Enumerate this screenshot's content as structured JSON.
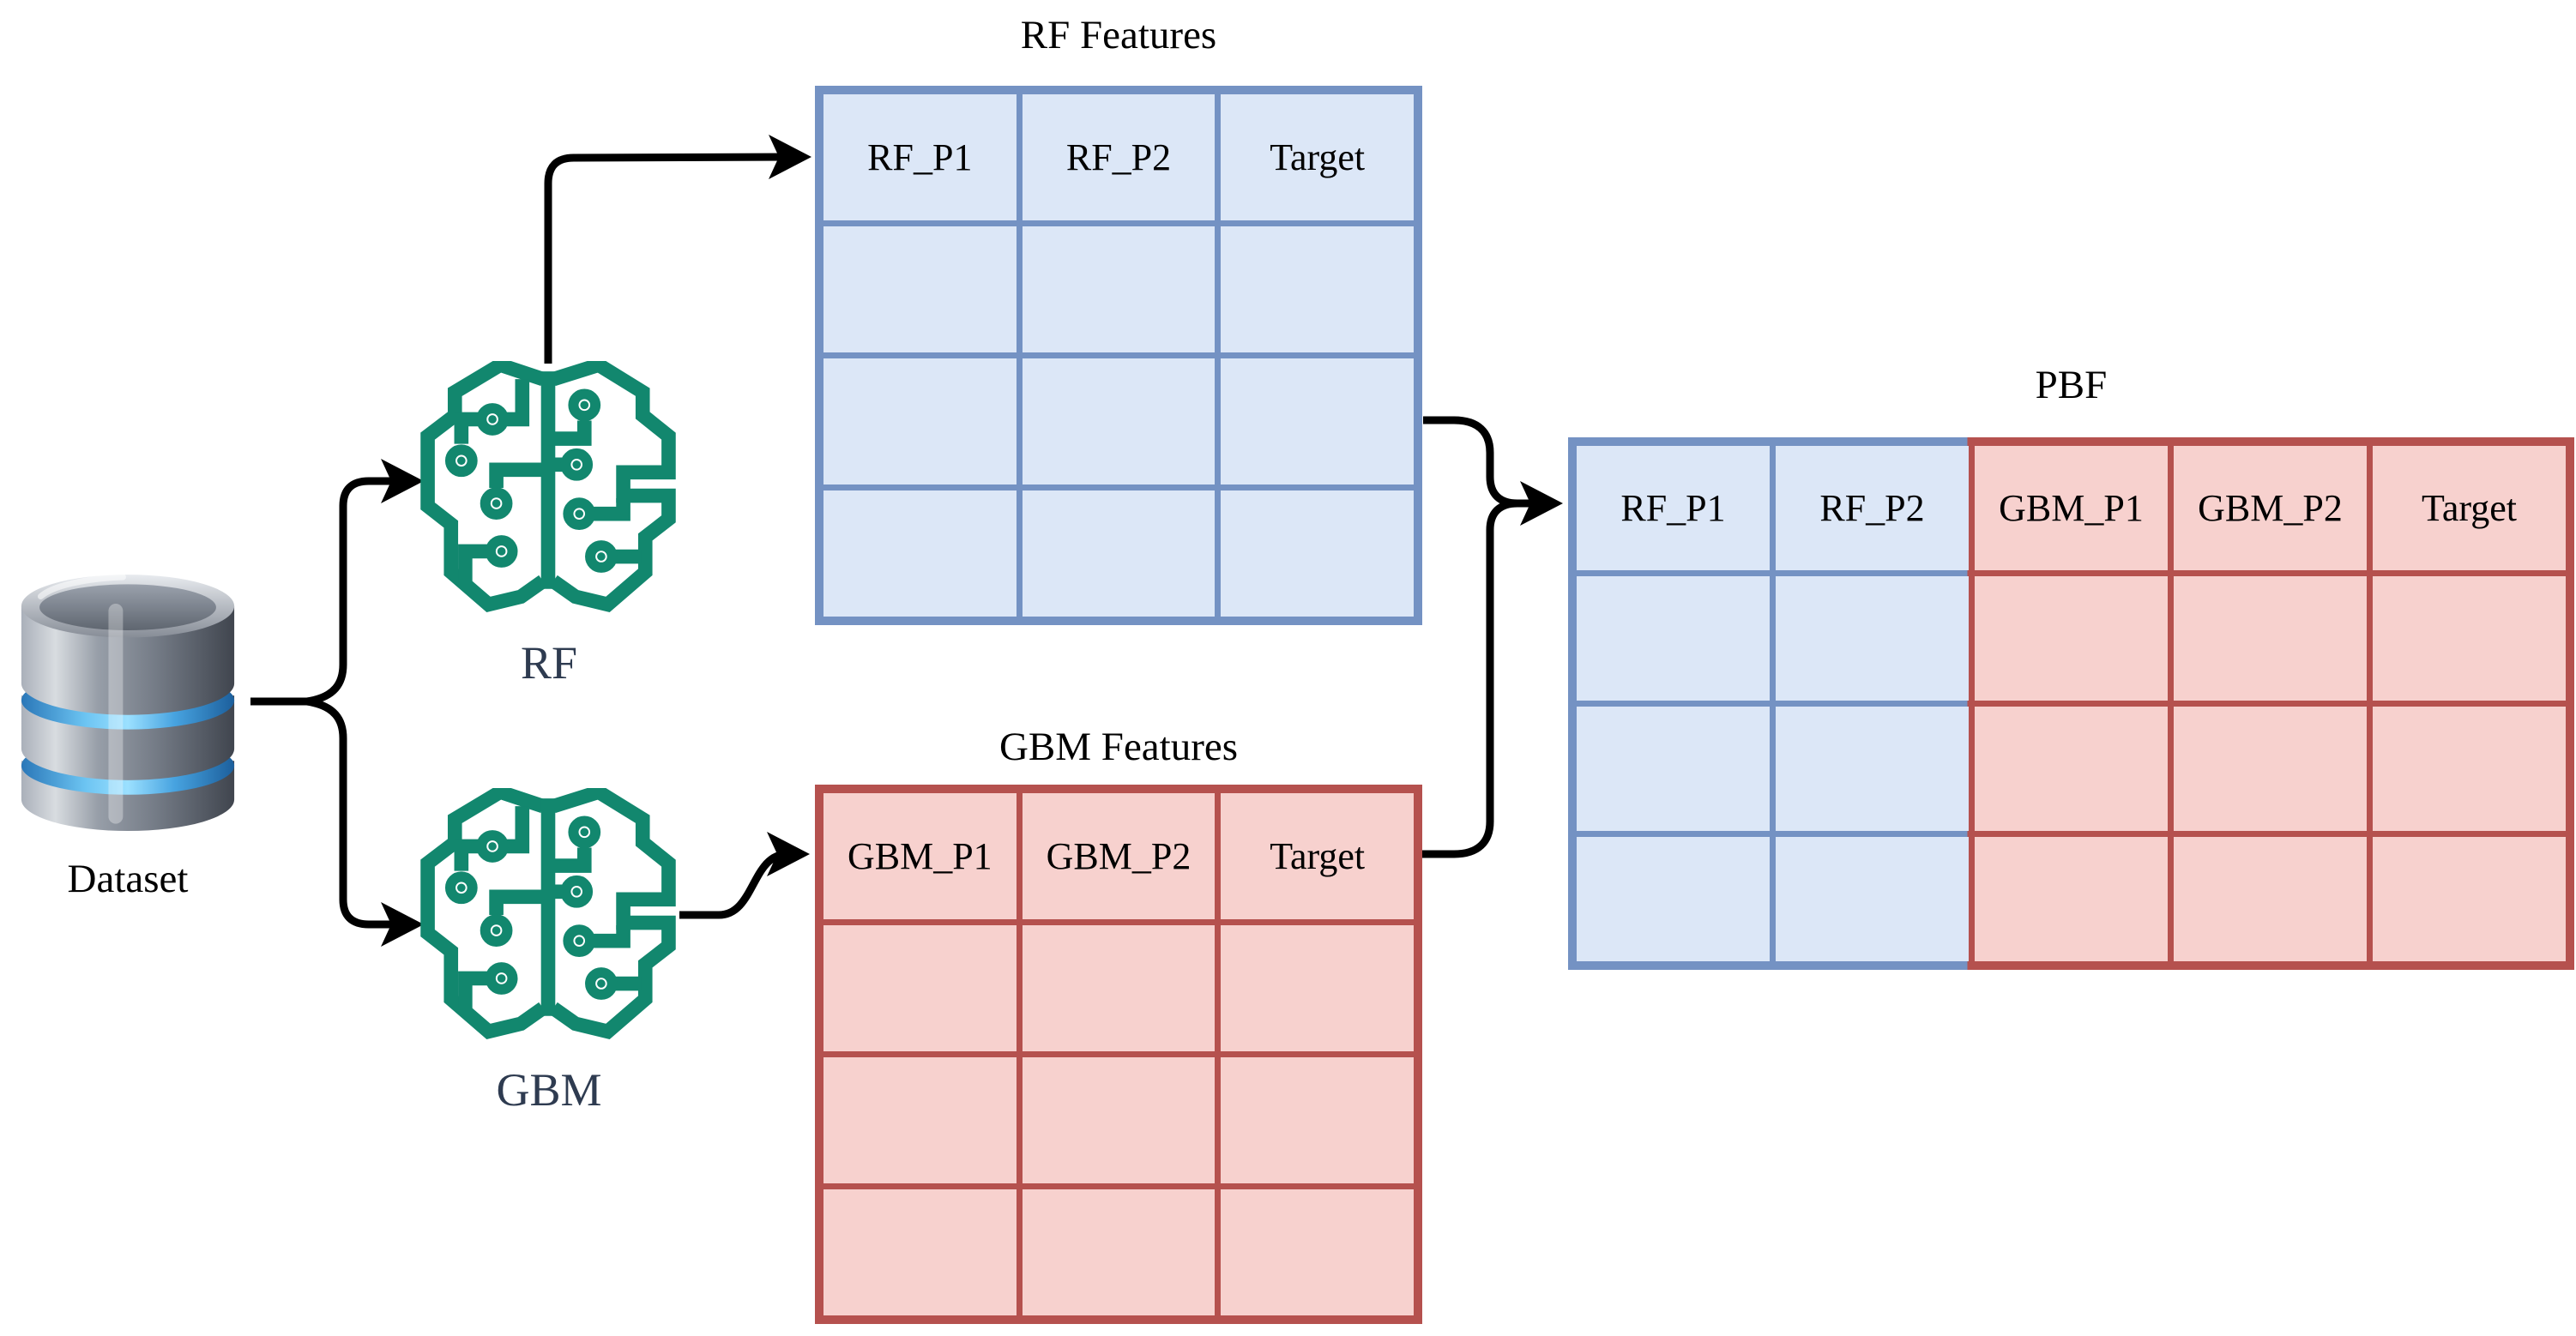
{
  "diagram": {
    "colors": {
      "blue_border": "#7492C3",
      "blue_fill": "#DCE7F7",
      "red_border": "#B5514E",
      "red_fill": "#F7D1CE",
      "teal": "#12876E",
      "navy": "#2E3B50",
      "arrow": "#000000"
    },
    "nodes": {
      "dataset": {
        "label": "Dataset",
        "icon": "database-icon"
      },
      "rf": {
        "label": "RF",
        "icon": "ai-brain-circuit-icon"
      },
      "gbm": {
        "label": "GBM",
        "icon": "ai-brain-circuit-icon"
      }
    },
    "tables": {
      "rf": {
        "title": "RF Features",
        "columns": [
          "RF_P1",
          "RF_P2",
          "Target"
        ],
        "column_styles": [
          "blue",
          "blue",
          "blue"
        ],
        "data_rows": 3
      },
      "gbm": {
        "title": "GBM Features",
        "columns": [
          "GBM_P1",
          "GBM_P2",
          "Target"
        ],
        "column_styles": [
          "red",
          "red",
          "red"
        ],
        "data_rows": 3
      },
      "pbf": {
        "title": "PBF",
        "columns": [
          "RF_P1",
          "RF_P2",
          "GBM_P1",
          "GBM_P2",
          "Target"
        ],
        "column_styles": [
          "blue",
          "blue",
          "red",
          "red",
          "red"
        ],
        "data_rows": 3
      }
    },
    "edges": [
      {
        "from": "dataset",
        "to": "rf"
      },
      {
        "from": "dataset",
        "to": "gbm"
      },
      {
        "from": "rf",
        "to": "rf_features"
      },
      {
        "from": "gbm",
        "to": "gbm_features"
      },
      {
        "from": "rf_features",
        "to": "pbf"
      },
      {
        "from": "gbm_features",
        "to": "pbf"
      }
    ]
  }
}
